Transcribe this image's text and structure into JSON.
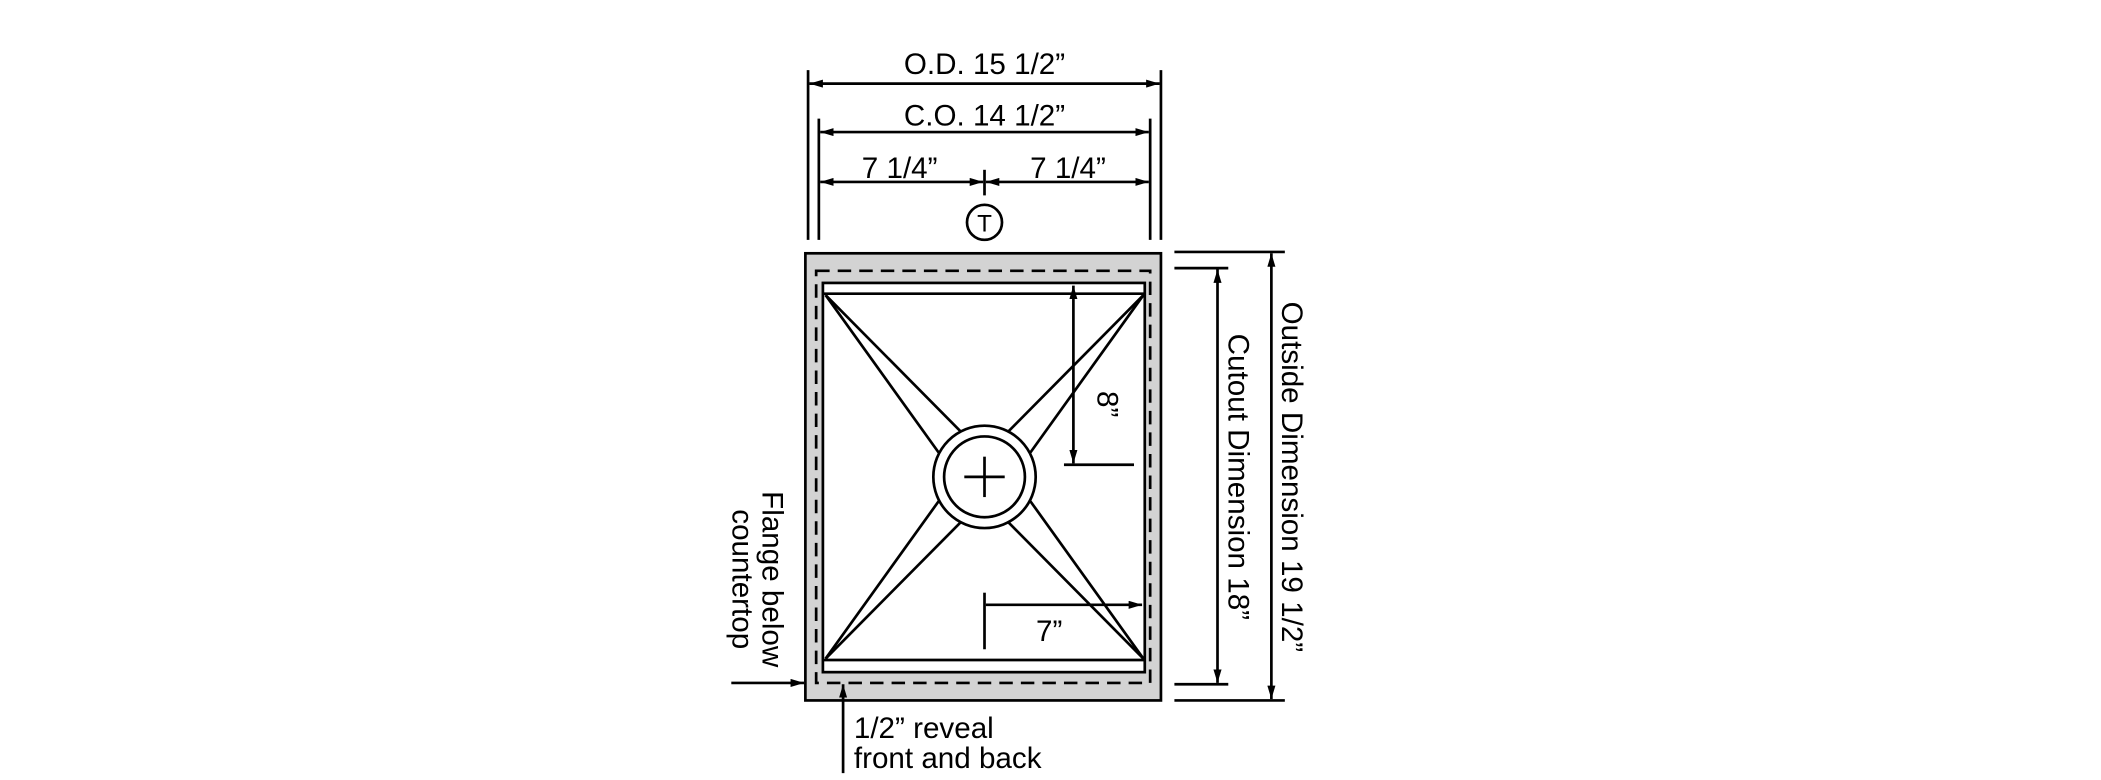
{
  "dimensions": {
    "outside_width": "O.D. 15 1/2”",
    "cutout_width": "C.O. 14 1/2”",
    "half_left": "7 1/4”",
    "half_right": "7 1/4”",
    "drain_from_back": "8”",
    "drain_from_side": "7”",
    "cutout_depth": "Cutout Dimension 18”",
    "outside_depth": "Outside Dimension 19 1/2”"
  },
  "symbols": {
    "faucet_marker": "T"
  },
  "notes": {
    "flange_line1": "Flange below",
    "flange_line2": "countertop",
    "reveal_line1": "1/2” reveal",
    "reveal_line2": "front and back"
  },
  "colors": {
    "flange_fill": "#d3d3d3",
    "line": "#000000"
  }
}
